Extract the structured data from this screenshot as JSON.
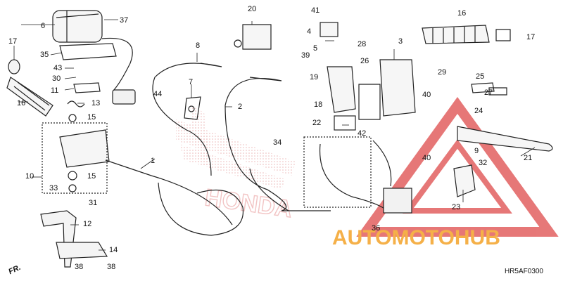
{
  "diagram_code": "HR5AF0300",
  "direction_label": "FR.",
  "watermark": {
    "brand": "HONDA",
    "brand_color": "#f2c4c4",
    "logo_text": "AUTOMOTOHUB",
    "logo_color_1": "#f5b048",
    "logo_color_2": "#d8a64e",
    "triangle_color": "#e26060"
  },
  "callouts": [
    {
      "n": "1"
    },
    {
      "n": "2"
    },
    {
      "n": "3"
    },
    {
      "n": "4"
    },
    {
      "n": "5"
    },
    {
      "n": "6"
    },
    {
      "n": "7"
    },
    {
      "n": "8"
    },
    {
      "n": "9"
    },
    {
      "n": "10"
    },
    {
      "n": "11"
    },
    {
      "n": "12"
    },
    {
      "n": "13"
    },
    {
      "n": "14"
    },
    {
      "n": "15"
    },
    {
      "n": "15"
    },
    {
      "n": "16"
    },
    {
      "n": "16"
    },
    {
      "n": "17"
    },
    {
      "n": "17"
    },
    {
      "n": "18"
    },
    {
      "n": "19"
    },
    {
      "n": "20"
    },
    {
      "n": "21"
    },
    {
      "n": "22"
    },
    {
      "n": "23"
    },
    {
      "n": "24"
    },
    {
      "n": "25"
    },
    {
      "n": "26"
    },
    {
      "n": "27"
    },
    {
      "n": "28"
    },
    {
      "n": "29"
    },
    {
      "n": "30"
    },
    {
      "n": "31"
    },
    {
      "n": "32"
    },
    {
      "n": "33"
    },
    {
      "n": "34"
    },
    {
      "n": "35"
    },
    {
      "n": "36"
    },
    {
      "n": "37"
    },
    {
      "n": "38"
    },
    {
      "n": "38"
    },
    {
      "n": "39"
    },
    {
      "n": "40"
    },
    {
      "n": "40"
    },
    {
      "n": "41"
    },
    {
      "n": "42"
    },
    {
      "n": "43"
    },
    {
      "n": "44"
    }
  ]
}
